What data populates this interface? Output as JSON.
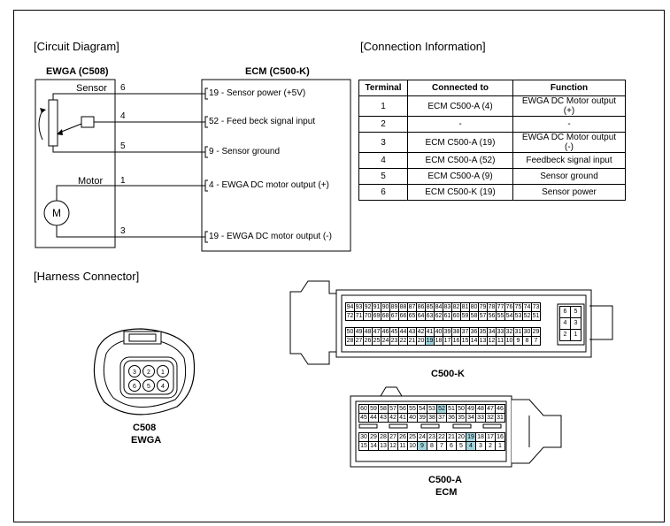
{
  "sections": {
    "circuit": "[Circuit Diagram]",
    "connection": "[Connection Information]",
    "harness": "[Harness Connector]"
  },
  "ewga": {
    "title": "EWGA (C508)",
    "sensor_label": "Sensor",
    "motor_label": "Motor",
    "motor_symbol": "M",
    "pins": [
      "6",
      "4",
      "5",
      "1",
      "3"
    ]
  },
  "ecm": {
    "title": "ECM (C500-K)",
    "signals": [
      "19 - Sensor power (+5V)",
      "52 - Feed beck signal input",
      "9 - Sensor ground",
      "4 - EWGA DC motor output (+)",
      "19 - EWGA DC motor output (-)"
    ]
  },
  "table": {
    "headers": [
      "Terminal",
      "Connected to",
      "Function"
    ],
    "rows": [
      [
        "1",
        "ECM C500-A (4)",
        "EWGA DC Motor output (+)"
      ],
      [
        "2",
        "-",
        "-"
      ],
      [
        "3",
        "ECM C500-A (19)",
        "EWGA DC Motor output (-)"
      ],
      [
        "4",
        "ECM C500-A (52)",
        "Feedbeck signal input"
      ],
      [
        "5",
        "ECM C500-A (9)",
        "Sensor ground"
      ],
      [
        "6",
        "ECM C500-K (19)",
        "Sensor power"
      ]
    ]
  },
  "c508": {
    "name": "C508",
    "sub": "EWGA",
    "top_pins": [
      "3",
      "2",
      "1"
    ],
    "bottom_pins": [
      "6",
      "5",
      "4"
    ]
  },
  "c500k": {
    "name": "C500-K",
    "rows": [
      [
        "94",
        "93",
        "92",
        "91",
        "90",
        "89",
        "88",
        "87",
        "86",
        "85",
        "84",
        "83",
        "82",
        "81",
        "80",
        "79",
        "78",
        "77",
        "76",
        "75",
        "74",
        "73"
      ],
      [
        "72",
        "71",
        "70",
        "69",
        "68",
        "67",
        "66",
        "65",
        "64",
        "63",
        "62",
        "61",
        "60",
        "59",
        "58",
        "57",
        "56",
        "55",
        "54",
        "53",
        "52",
        "51"
      ],
      [
        "50",
        "49",
        "48",
        "47",
        "46",
        "45",
        "44",
        "43",
        "42",
        "41",
        "40",
        "39",
        "38",
        "37",
        "36",
        "35",
        "34",
        "33",
        "32",
        "31",
        "30",
        "29"
      ],
      [
        "28",
        "27",
        "26",
        "25",
        "24",
        "23",
        "22",
        "21",
        "20",
        "19",
        "18",
        "17",
        "16",
        "15",
        "14",
        "13",
        "12",
        "11",
        "10",
        "9",
        "8",
        "7"
      ]
    ],
    "side_pins": [
      [
        "6",
        "5"
      ],
      [
        "4",
        "3"
      ],
      [
        "2",
        "1"
      ]
    ],
    "highlight": "19",
    "highlight_color": "#9fd3dc"
  },
  "c500a": {
    "name": "C500-A",
    "sub": "ECM",
    "rows": [
      [
        "60",
        "59",
        "58",
        "57",
        "56",
        "55",
        "54",
        "53",
        "52",
        "51",
        "50",
        "49",
        "48",
        "47",
        "46"
      ],
      [
        "45",
        "44",
        "43",
        "42",
        "41",
        "40",
        "39",
        "38",
        "37",
        "36",
        "35",
        "34",
        "33",
        "32",
        "31"
      ],
      [
        "30",
        "29",
        "28",
        "27",
        "26",
        "25",
        "24",
        "23",
        "22",
        "21",
        "20",
        "19",
        "18",
        "17",
        "16"
      ],
      [
        "15",
        "14",
        "13",
        "12",
        "11",
        "10",
        "9",
        "8",
        "7",
        "6",
        "5",
        "4",
        "3",
        "2",
        "1"
      ]
    ],
    "highlights": [
      [
        "52"
      ],
      [],
      [
        "19"
      ],
      [
        "9",
        "4"
      ]
    ],
    "highlight_color": "#9fd3dc"
  }
}
